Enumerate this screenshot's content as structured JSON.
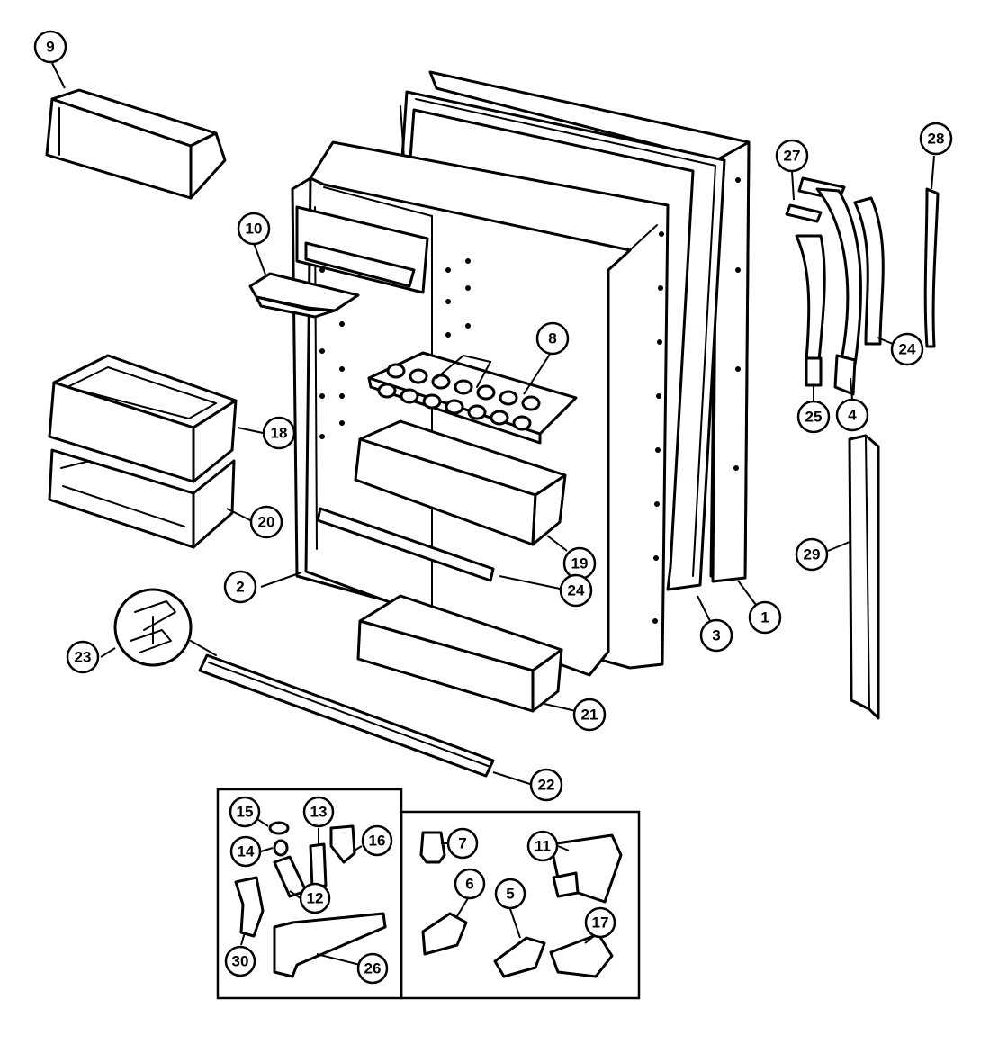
{
  "callouts": [
    {
      "id": "c9",
      "label": "9"
    },
    {
      "id": "c10",
      "label": "10"
    },
    {
      "id": "c8",
      "label": "8"
    },
    {
      "id": "c18",
      "label": "18"
    },
    {
      "id": "c20",
      "label": "20"
    },
    {
      "id": "c2",
      "label": "2"
    },
    {
      "id": "c19",
      "label": "19"
    },
    {
      "id": "c24a",
      "label": "24"
    },
    {
      "id": "c3",
      "label": "3"
    },
    {
      "id": "c1",
      "label": "1"
    },
    {
      "id": "c23",
      "label": "23"
    },
    {
      "id": "c21",
      "label": "21"
    },
    {
      "id": "c22",
      "label": "22"
    },
    {
      "id": "c27",
      "label": "27"
    },
    {
      "id": "c28",
      "label": "28"
    },
    {
      "id": "c24b",
      "label": "24"
    },
    {
      "id": "c25",
      "label": "25"
    },
    {
      "id": "c4",
      "label": "4"
    },
    {
      "id": "c29",
      "label": "29"
    },
    {
      "id": "c15",
      "label": "15"
    },
    {
      "id": "c13",
      "label": "13"
    },
    {
      "id": "c16",
      "label": "16"
    },
    {
      "id": "c14",
      "label": "14"
    },
    {
      "id": "c12",
      "label": "12"
    },
    {
      "id": "c30",
      "label": "30"
    },
    {
      "id": "c26",
      "label": "26"
    },
    {
      "id": "c7",
      "label": "7"
    },
    {
      "id": "c11",
      "label": "11"
    },
    {
      "id": "c6",
      "label": "6"
    },
    {
      "id": "c5",
      "label": "5"
    },
    {
      "id": "c17",
      "label": "17"
    }
  ]
}
